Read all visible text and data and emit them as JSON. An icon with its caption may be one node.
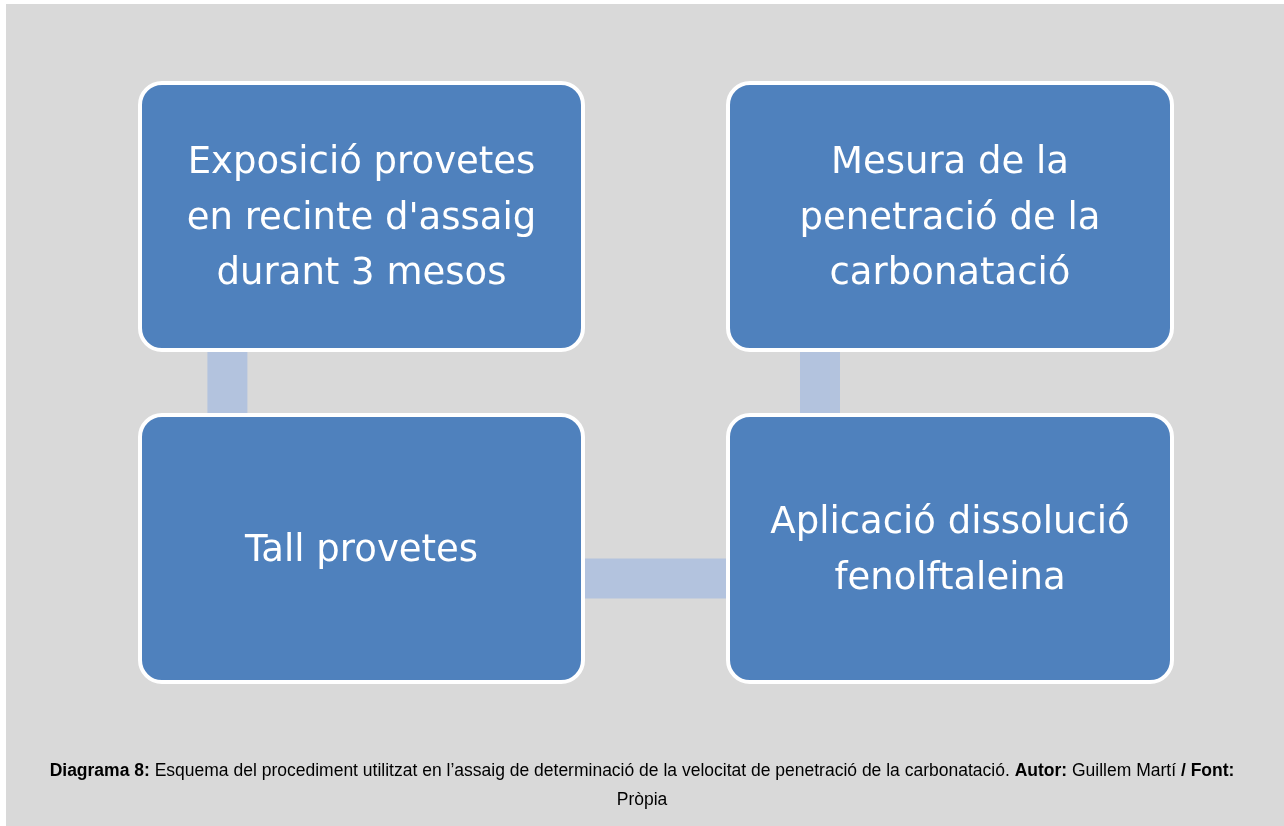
{
  "diagram": {
    "caption": "**Diagrama 8:** Esquema del procediment utilitzat en l’assaig de determinació de la velocitat de penetració de la carbonatació. **Autor:** Guillem Martí **/ Font:** Pròpia",
    "nodes": [
      {
        "text": [
          "Exposició provetes en recinte d'assaig durant 3 mesos"
        ]
      },
      {
        "text": [
          "Mesura de la penetració de la carbonatació"
        ]
      },
      {
        "text": [
          "Tall provetes"
        ]
      },
      {
        "text": [
          "Aplicació dissolució fenolftaleina"
        ]
      }
    ],
    "edges": [
      {
        "from": 0,
        "to": 2,
        "arrow": "none"
      },
      {
        "from": 2,
        "to": 3,
        "arrow": "none"
      },
      {
        "from": 3,
        "to": 1,
        "arrow": "none"
      }
    ]
  }
}
